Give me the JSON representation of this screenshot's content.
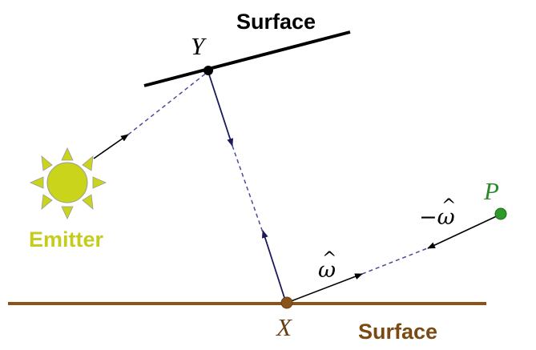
{
  "labels": {
    "surface_top": "Surface",
    "surface_bottom": "Surface",
    "emitter": "Emitter",
    "point_y": "Y",
    "point_x": "X",
    "point_p": "P",
    "omega_hat": "ω",
    "omega_hat_mark": "^",
    "neg_omega_hat": "−ω",
    "neg_omega_hat_mark": "^"
  },
  "colors": {
    "surface_line": "#8a531a",
    "surface_bottom_text": "#7a4a12",
    "emitter": "#c9d41a",
    "emitter_text": "#c5cc20",
    "point_x": "#8a531a",
    "point_p": "#2f9a2a",
    "label_p": "#2d8a2a",
    "ray": "#4a4a9a"
  }
}
